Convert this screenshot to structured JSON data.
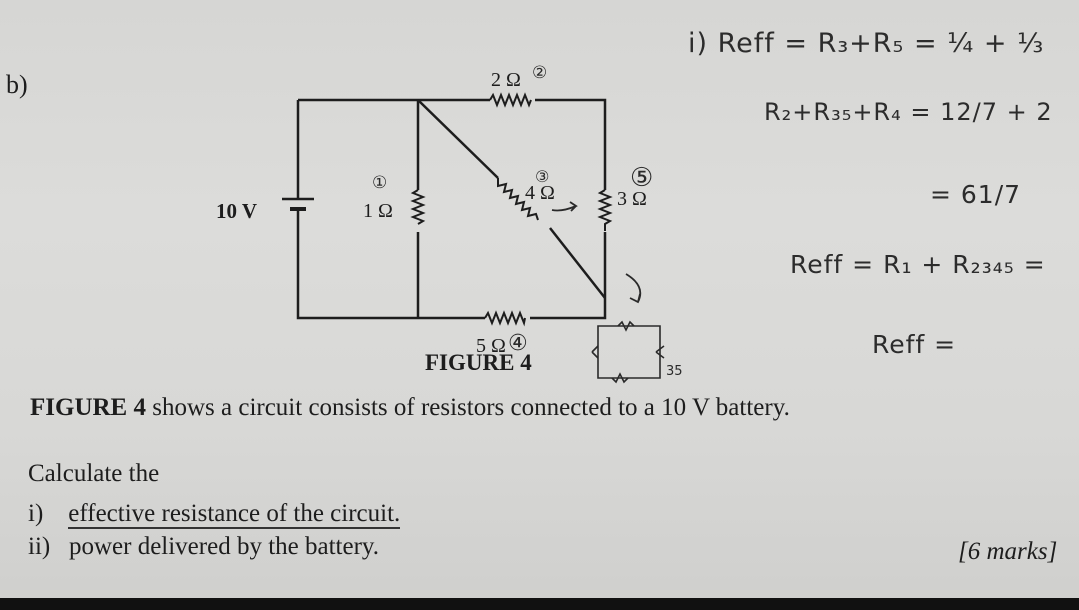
{
  "part_label": "b)",
  "figure": {
    "caption": "FIGURE 4",
    "battery_label": "10 V",
    "r1_label": "1 Ω",
    "r1_tag": "①",
    "r2_label": "2 Ω",
    "r2_tag": "②",
    "r3_label": "4 Ω",
    "r3_tag": "③",
    "r4_label": "5 Ω",
    "r4_tag": "④",
    "r5_label": "3 Ω",
    "r5_tag": "⑤"
  },
  "question": {
    "intro_bold": "FIGURE 4",
    "intro_rest": " shows a circuit consists of resistors connected to a 10 V battery.",
    "calc": "Calculate the",
    "item1_num": "i)",
    "item1_text": "effective resistance of the circuit.",
    "item2_num": "ii)",
    "item2_text": "power delivered by the battery.",
    "marks": "[6 marks]"
  },
  "handwriting": {
    "line1": "i) Reff  = R₃+R₅ = ¼ + ⅓",
    "line2": "R₂+R₃₅+R₄ = 12/7 + 2",
    "line3": "= 61/7",
    "line4": "Reff = R₁ + R₂₃₄₅ =",
    "line5": "Reff =",
    "sketch_label": "35"
  }
}
